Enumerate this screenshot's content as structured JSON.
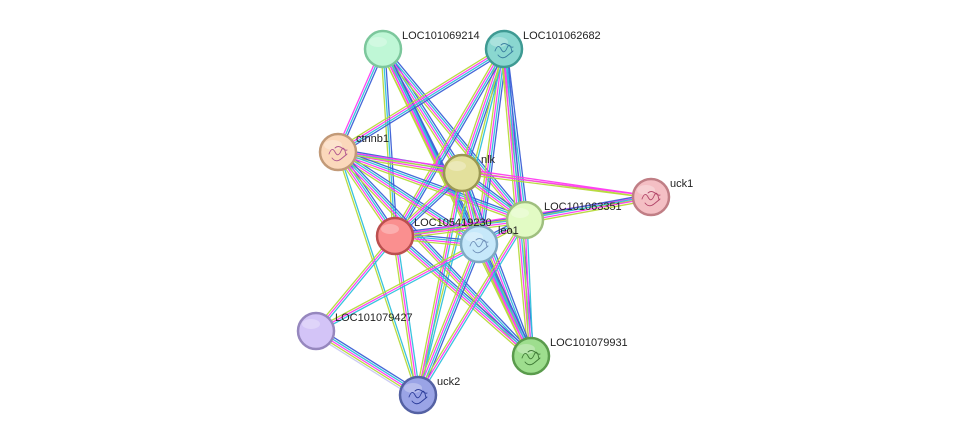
{
  "diagram": {
    "nodes": [
      {
        "id": "LOC101069214",
        "label": "LOC101069214",
        "fill": "#bff7d6",
        "ring": "#7cc79c",
        "structure": false
      },
      {
        "id": "LOC101062682",
        "label": "LOC101062682",
        "fill": "#8ad7d0",
        "ring": "#3f9a93",
        "structure": true,
        "inner": "#3b7fa0"
      },
      {
        "id": "ctnnb1",
        "label": "ctnnb1",
        "fill": "#fbd8bb",
        "ring": "#c29a78",
        "structure": true,
        "inner": "#b0558f"
      },
      {
        "id": "nlk",
        "label": "nlk",
        "fill": "#e3e09c",
        "ring": "#9a9753",
        "structure": false
      },
      {
        "id": "uck1",
        "label": "uck1",
        "fill": "#f4bfc4",
        "ring": "#c07e85",
        "structure": true,
        "inner": "#b2466a"
      },
      {
        "id": "LOC101063351",
        "label": "LOC101063351",
        "fill": "#e2fbc4",
        "ring": "#9fbf7f",
        "structure": false
      },
      {
        "id": "LOC105419230",
        "label": "LOC105419230",
        "fill": "#fa8f8f",
        "ring": "#bb4f4f",
        "structure": false
      },
      {
        "id": "leo1",
        "label": "leo1",
        "fill": "#c6e8fa",
        "ring": "#7fa9c2",
        "structure": true,
        "inner": "#6f8fb8"
      },
      {
        "id": "LOC101079427",
        "label": "LOC101079427",
        "fill": "#d3c4f7",
        "ring": "#9687be",
        "structure": false
      },
      {
        "id": "LOC101079931",
        "label": "LOC101079931",
        "fill": "#9ede8e",
        "ring": "#5a9b4c",
        "structure": true,
        "inner": "#3f7a36"
      },
      {
        "id": "uck2",
        "label": "uck2",
        "fill": "#9aa4e6",
        "ring": "#5461a3",
        "structure": true,
        "inner": "#2b3c9a"
      }
    ],
    "edges": [
      {
        "source": "LOC101069214",
        "target": "ctnnb1",
        "evidence": [
          "#3b5fd6",
          "#2ec0dc",
          "#ff3cf0"
        ]
      },
      {
        "source": "LOC101069214",
        "target": "nlk",
        "evidence": [
          "#3b5fd6",
          "#2ec0dc",
          "#ff3cf0",
          "#b6d93a"
        ]
      },
      {
        "source": "LOC101069214",
        "target": "LOC105419230",
        "evidence": [
          "#3b5fd6",
          "#2ec0dc",
          "#b6d93a"
        ]
      },
      {
        "source": "LOC101069214",
        "target": "leo1",
        "evidence": [
          "#3b5fd6",
          "#2ec0dc",
          "#ff3cf0",
          "#b6d93a"
        ]
      },
      {
        "source": "LOC101069214",
        "target": "LOC101063351",
        "evidence": [
          "#3b5fd6",
          "#2ec0dc",
          "#ff3cf0",
          "#b6d93a"
        ]
      },
      {
        "source": "LOC101069214",
        "target": "LOC101079931",
        "evidence": [
          "#3b5fd6",
          "#2ec0dc",
          "#ff3cf0",
          "#b6d93a"
        ]
      },
      {
        "source": "LOC101062682",
        "target": "ctnnb1",
        "evidence": [
          "#3b5fd6",
          "#2ec0dc",
          "#ff3cf0",
          "#b6d93a"
        ]
      },
      {
        "source": "LOC101062682",
        "target": "nlk",
        "evidence": [
          "#3b5fd6",
          "#2ec0dc",
          "#ff3cf0",
          "#b6d93a"
        ]
      },
      {
        "source": "LOC101062682",
        "target": "LOC105419230",
        "evidence": [
          "#3b5fd6",
          "#2ec0dc",
          "#ff3cf0",
          "#b6d93a"
        ]
      },
      {
        "source": "LOC101062682",
        "target": "leo1",
        "evidence": [
          "#3b5fd6",
          "#2ec0dc",
          "#ff3cf0",
          "#b6d93a"
        ]
      },
      {
        "source": "LOC101062682",
        "target": "LOC101063351",
        "evidence": [
          "#3b5fd6",
          "#2ec0dc",
          "#ff3cf0",
          "#b6d93a"
        ]
      },
      {
        "source": "LOC101062682",
        "target": "LOC101079931",
        "evidence": [
          "#3b5fd6",
          "#2ec0dc",
          "#ff3cf0",
          "#b6d93a"
        ]
      },
      {
        "source": "LOC101062682",
        "target": "uck2",
        "evidence": [
          "#2ec0dc",
          "#b6d93a"
        ]
      },
      {
        "source": "ctnnb1",
        "target": "nlk",
        "evidence": [
          "#3b5fd6",
          "#2ec0dc",
          "#ff3cf0",
          "#b6d93a"
        ]
      },
      {
        "source": "ctnnb1",
        "target": "LOC105419230",
        "evidence": [
          "#3b5fd6",
          "#2ec0dc",
          "#ff3cf0",
          "#b6d93a"
        ]
      },
      {
        "source": "ctnnb1",
        "target": "leo1",
        "evidence": [
          "#3b5fd6",
          "#2ec0dc",
          "#ff3cf0",
          "#b6d93a"
        ]
      },
      {
        "source": "ctnnb1",
        "target": "LOC101063351",
        "evidence": [
          "#3b5fd6",
          "#2ec0dc",
          "#ff3cf0",
          "#b6d93a"
        ]
      },
      {
        "source": "ctnnb1",
        "target": "uck1",
        "evidence": [
          "#ff3cf0",
          "#b6d93a"
        ]
      },
      {
        "source": "ctnnb1",
        "target": "LOC101079931",
        "evidence": [
          "#3b5fd6",
          "#2ec0dc",
          "#ff3cf0",
          "#b6d93a"
        ]
      },
      {
        "source": "ctnnb1",
        "target": "uck2",
        "evidence": [
          "#2ec0dc",
          "#b6d93a"
        ]
      },
      {
        "source": "nlk",
        "target": "LOC105419230",
        "evidence": [
          "#3b5fd6",
          "#2ec0dc",
          "#ff3cf0",
          "#b6d93a"
        ]
      },
      {
        "source": "nlk",
        "target": "leo1",
        "evidence": [
          "#3b5fd6",
          "#2ec0dc",
          "#ff3cf0",
          "#b6d93a"
        ]
      },
      {
        "source": "nlk",
        "target": "LOC101063351",
        "evidence": [
          "#3b5fd6",
          "#2ec0dc",
          "#ff3cf0",
          "#b6d93a"
        ]
      },
      {
        "source": "nlk",
        "target": "uck1",
        "evidence": [
          "#ff3cf0",
          "#b6d93a"
        ]
      },
      {
        "source": "nlk",
        "target": "LOC101079931",
        "evidence": [
          "#3b5fd6",
          "#2ec0dc",
          "#ff3cf0",
          "#b6d93a"
        ]
      },
      {
        "source": "nlk",
        "target": "uck2",
        "evidence": [
          "#2ec0dc",
          "#ff3cf0",
          "#b6d93a"
        ]
      },
      {
        "source": "LOC105419230",
        "target": "leo1",
        "evidence": [
          "#3b5fd6",
          "#2ec0dc",
          "#ff3cf0",
          "#b6d93a"
        ]
      },
      {
        "source": "LOC105419230",
        "target": "LOC101063351",
        "evidence": [
          "#3b5fd6",
          "#2ec0dc",
          "#ff3cf0",
          "#b6d93a"
        ]
      },
      {
        "source": "LOC105419230",
        "target": "uck1",
        "evidence": [
          "#ff3cf0",
          "#b6d93a"
        ]
      },
      {
        "source": "LOC105419230",
        "target": "LOC101079427",
        "evidence": [
          "#2ec0dc",
          "#ff3cf0",
          "#b6d93a"
        ]
      },
      {
        "source": "LOC105419230",
        "target": "LOC101079931",
        "evidence": [
          "#3b5fd6",
          "#2ec0dc",
          "#ff3cf0",
          "#b6d93a"
        ]
      },
      {
        "source": "LOC105419230",
        "target": "uck2",
        "evidence": [
          "#2ec0dc",
          "#ff3cf0",
          "#b6d93a"
        ]
      },
      {
        "source": "leo1",
        "target": "LOC101063351",
        "evidence": [
          "#3b5fd6",
          "#2ec0dc",
          "#ff3cf0",
          "#b6d93a"
        ]
      },
      {
        "source": "leo1",
        "target": "LOC101079427",
        "evidence": [
          "#2ec0dc",
          "#ff3cf0",
          "#b6d93a"
        ]
      },
      {
        "source": "leo1",
        "target": "LOC101079931",
        "evidence": [
          "#3b5fd6",
          "#2ec0dc",
          "#ff3cf0",
          "#b6d93a"
        ]
      },
      {
        "source": "leo1",
        "target": "uck2",
        "evidence": [
          "#3b5fd6",
          "#2ec0dc",
          "#ff3cf0",
          "#b6d93a"
        ]
      },
      {
        "source": "LOC101063351",
        "target": "uck1",
        "evidence": [
          "#3b5fd6",
          "#2ec0dc",
          "#ff3cf0",
          "#b6d93a"
        ]
      },
      {
        "source": "LOC101063351",
        "target": "LOC101079931",
        "evidence": [
          "#2ec0dc",
          "#ff3cf0",
          "#b6d93a"
        ]
      },
      {
        "source": "LOC101063351",
        "target": "uck2",
        "evidence": [
          "#2ec0dc",
          "#ff3cf0",
          "#b6d93a"
        ]
      },
      {
        "source": "LOC101079427",
        "target": "uck2",
        "evidence": [
          "#3b5fd6",
          "#2ec0dc",
          "#ff3cf0",
          "#b6d93a",
          "#c7c7f2"
        ]
      }
    ]
  }
}
